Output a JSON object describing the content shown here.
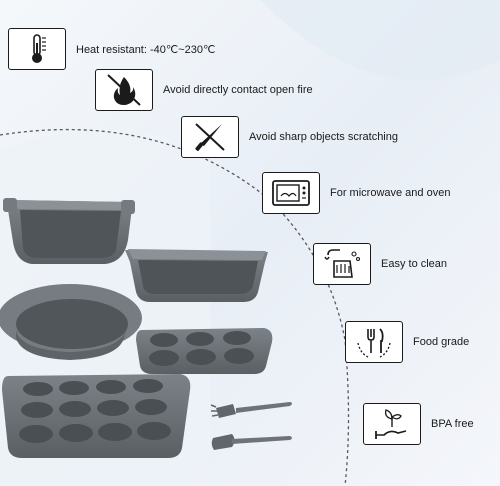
{
  "features": [
    {
      "icon": "thermometer-icon",
      "text": "Heat resistant: -40℃~230℃"
    },
    {
      "icon": "no-fire-icon",
      "text": "Avoid directly contact open fire"
    },
    {
      "icon": "no-knife-icon",
      "text": "Avoid sharp objects scratching"
    },
    {
      "icon": "microwave-icon",
      "text": "For microwave and oven"
    },
    {
      "icon": "washing-hands-icon",
      "text": "Easy to clean"
    },
    {
      "icon": "food-grade-icon",
      "text": "Food grade"
    },
    {
      "icon": "bpa-free-icon",
      "text": "BPA free"
    }
  ],
  "products": [
    "square-cake-pan",
    "loaf-pan",
    "round-cake-pan",
    "6-cup-muffin-pan",
    "12-cup-muffin-pan",
    "silicone-brush",
    "silicone-spatula"
  ],
  "colors": {
    "silicone": "#6d7378",
    "silicone_dark": "#4c5155",
    "line": "#1b1b1b",
    "background_tint": "#dfe9f3",
    "dashed_arc": "#555a66"
  }
}
